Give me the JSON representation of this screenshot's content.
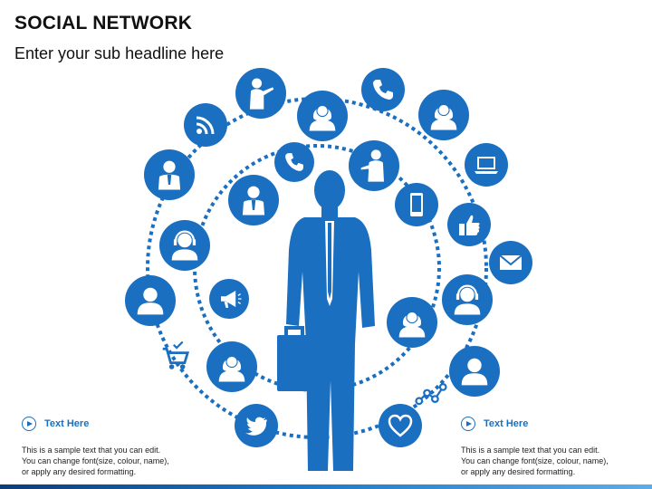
{
  "header": {
    "title": "SOCIAL NETWORK",
    "subtitle": "Enter your sub headline here"
  },
  "colors": {
    "accent": "#1a6fc0",
    "icon_fill": "#ffffff",
    "dots": "#1a6fc0"
  },
  "diagram": {
    "outer_ring_icons": [
      "person-pointing-icon",
      "woman-curly-hair-icon",
      "phone-icon",
      "woman-avatar-icon",
      "laptop-icon",
      "thumbs-up-icon",
      "envelope-icon",
      "support-agent-icon",
      "man-avatar-icon",
      "share-network-icon",
      "heart-icon",
      "twitter-bird-icon",
      "shopping-cart-icon",
      "bald-man-icon",
      "woman-avatar-icon",
      "businesswoman-icon",
      "rss-icon"
    ],
    "inner_ring_icons": [
      "phone-icon",
      "man-presenting-icon",
      "smartphone-icon",
      "woman-avatar-icon",
      "woman-avatar-icon",
      "megaphone-icon",
      "headset-woman-icon",
      "businessman-icon"
    ],
    "center_figure": "businessman-silhouette"
  },
  "text_blocks": [
    {
      "heading": "Text Here",
      "body": [
        "This is a sample text that you can edit.",
        "You can change font(size, colour, name),",
        "or apply any desired formatting."
      ]
    },
    {
      "heading": "Text Here",
      "body": [
        "This is a sample text that you can edit.",
        "You can change font(size, colour, name),",
        "or apply any desired formatting."
      ]
    }
  ]
}
